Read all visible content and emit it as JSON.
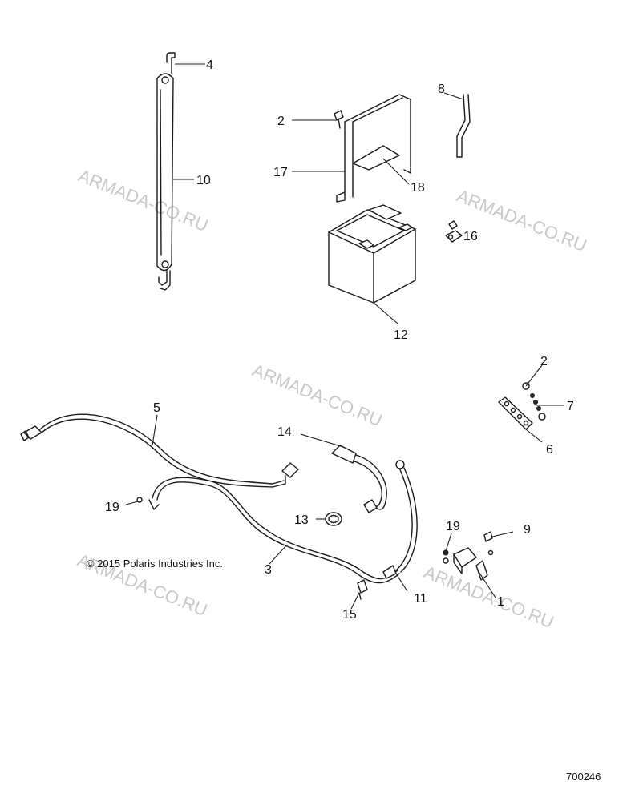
{
  "copyright": "© 2015 Polaris Industries Inc.",
  "figure_number": "700246",
  "watermark_text": "ARMADA-CO.RU",
  "callouts": {
    "c1": "1",
    "c2a": "2",
    "c2b": "2",
    "c3": "3",
    "c4": "4",
    "c5": "5",
    "c6": "6",
    "c7": "7",
    "c8": "8",
    "c9": "9",
    "c10": "10",
    "c11": "11",
    "c12": "12",
    "c13": "13",
    "c14": "14",
    "c15": "15",
    "c16": "16",
    "c17": "17",
    "c18": "18",
    "c19a": "19",
    "c19b": "19"
  },
  "colors": {
    "line": "#1a1a1a",
    "watermark": "#c8c8c8",
    "background": "#ffffff"
  }
}
